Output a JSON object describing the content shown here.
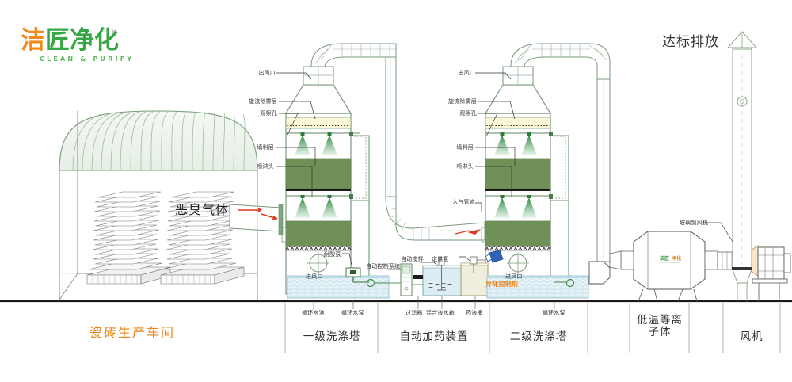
{
  "brand": {
    "name_zh": "洁匠净化",
    "name_zh_part1": "洁",
    "name_zh_part2": "匠净化",
    "tagline_en": "CLEAN & PURIFY",
    "registered_mark": "®",
    "color_orange": "#f08a1d",
    "color_green": "#35a745"
  },
  "headline": {
    "emission": "达标排放",
    "odor_gas": "恶臭气体",
    "workshop": "瓷砖生产车间"
  },
  "tower1": {
    "outlet": "出风口",
    "demister": "旋流除雾层",
    "viewport": "观察孔",
    "packing": "填料层",
    "nozzle": "喷淋头",
    "inlet": "进风口",
    "acid_pump": "耐酸泵"
  },
  "tower2": {
    "outlet": "出风口",
    "demister": "旋流除雾层",
    "viewport": "观察孔",
    "packing": "填料层",
    "nozzle": "喷淋头",
    "inlet": "进风口",
    "gas_duct": "入气管道"
  },
  "dosing": {
    "control_system": "自动控制系统",
    "auto_stir": "自动搅拌",
    "metering_pump": "定量泵",
    "odor_agent": "异味控制剂",
    "filter": "过滤器",
    "mix_tank": "混合液水箱",
    "chem_drum": "药液桶"
  },
  "water": {
    "pool": "循环水池",
    "pump": "循环水泵",
    "pump2": "循环水泵"
  },
  "fan_section": {
    "frp_fan": "玻璃钢风机"
  },
  "categories": [
    {
      "id": "workshop",
      "label": "瓷砖生产车间",
      "color": "#e8861b"
    },
    {
      "id": "scrubber1",
      "label": "一级洗涤塔",
      "color": "#333333"
    },
    {
      "id": "dosing",
      "label": "自动加药装置",
      "color": "#333333"
    },
    {
      "id": "scrubber2",
      "label": "二级洗涤塔",
      "color": "#333333"
    },
    {
      "id": "plasma",
      "label": "低温等离子体",
      "color": "#333333"
    },
    {
      "id": "fan",
      "label": "风机",
      "color": "#333333"
    }
  ],
  "colors": {
    "line_green": "#7a9a7a",
    "packing_green": "#6f9158",
    "spray_green": "#2f8a3f",
    "water_blue": "#cfe6ef",
    "demister_cream": "#fbf7d8",
    "arrow_red": "#e03a20",
    "ground": "#1a1a1a"
  }
}
